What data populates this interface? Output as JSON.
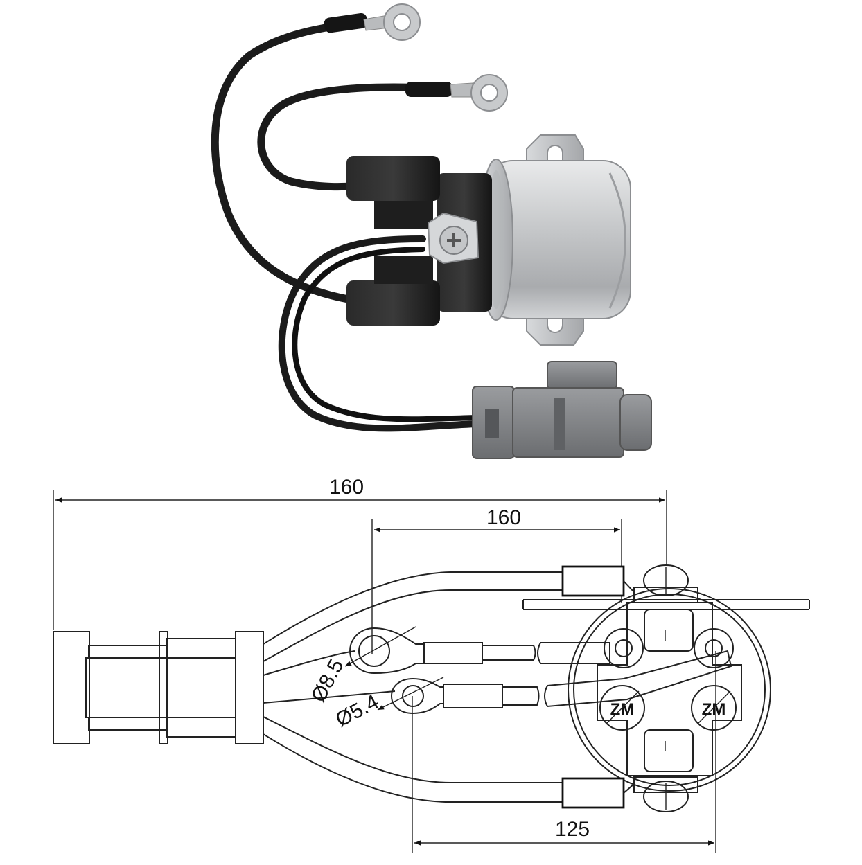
{
  "diagram": {
    "dimensions": {
      "overall_length": "160",
      "terminal_span": "160",
      "bottom_span": "125",
      "large_eyelet_diameter": "Ø8.5",
      "small_eyelet_diameter": "Ø5.4"
    },
    "colors": {
      "line": "#222222",
      "cable": "#1b1b1b",
      "metal_can": "#c9cbcd",
      "connector": "#7d7f82",
      "background": "#ffffff"
    },
    "logo_text": "ZM"
  }
}
